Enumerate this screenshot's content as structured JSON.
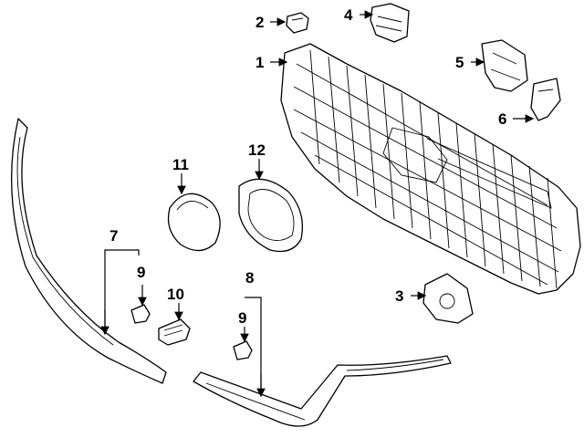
{
  "diagram": {
    "callouts": [
      {
        "id": "c1",
        "label": "1"
      },
      {
        "id": "c2",
        "label": "2"
      },
      {
        "id": "c3",
        "label": "3"
      },
      {
        "id": "c4",
        "label": "4"
      },
      {
        "id": "c5",
        "label": "5"
      },
      {
        "id": "c6",
        "label": "6"
      },
      {
        "id": "c7",
        "label": "7"
      },
      {
        "id": "c8",
        "label": "8"
      },
      {
        "id": "c9a",
        "label": "9"
      },
      {
        "id": "c9b",
        "label": "9"
      },
      {
        "id": "c10",
        "label": "10"
      },
      {
        "id": "c11",
        "label": "11"
      },
      {
        "id": "c12",
        "label": "12"
      }
    ]
  }
}
